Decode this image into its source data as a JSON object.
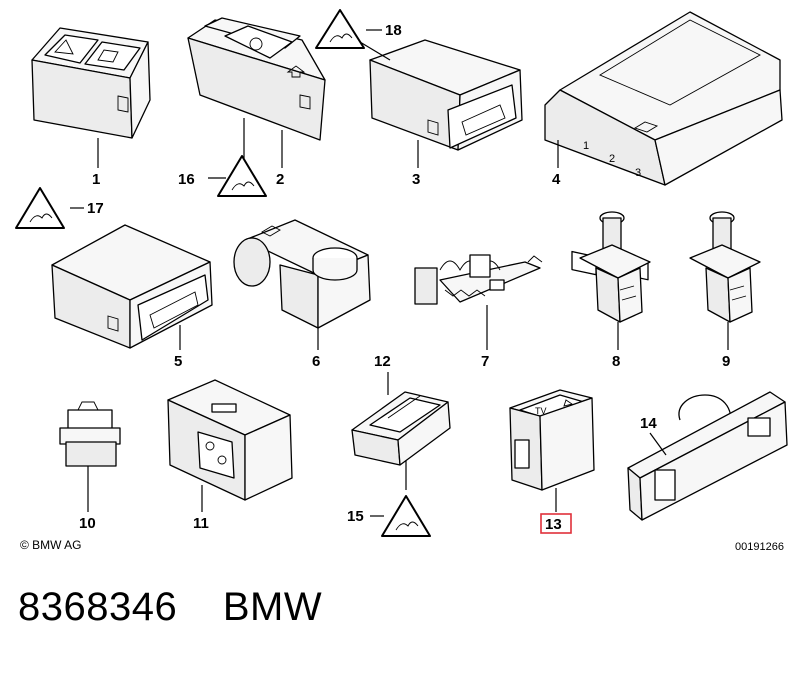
{
  "diagram": {
    "callouts": [
      {
        "id": "c1",
        "text": "1"
      },
      {
        "id": "c2",
        "text": "2"
      },
      {
        "id": "c3",
        "text": "3"
      },
      {
        "id": "c4",
        "text": "4"
      },
      {
        "id": "c5",
        "text": "5"
      },
      {
        "id": "c6",
        "text": "6"
      },
      {
        "id": "c7",
        "text": "7"
      },
      {
        "id": "c8",
        "text": "8"
      },
      {
        "id": "c9",
        "text": "9"
      },
      {
        "id": "c10",
        "text": "10"
      },
      {
        "id": "c11",
        "text": "11"
      },
      {
        "id": "c12",
        "text": "12"
      },
      {
        "id": "c13",
        "text": "13"
      },
      {
        "id": "c14",
        "text": "14"
      },
      {
        "id": "c15",
        "text": "15"
      },
      {
        "id": "c16",
        "text": "16"
      },
      {
        "id": "c17",
        "text": "17"
      },
      {
        "id": "c18",
        "text": "18"
      }
    ],
    "highlighted_callout": "13",
    "highlight_color": "#e0303a",
    "switch_4_keys": [
      "1",
      "2",
      "3"
    ],
    "switch_13_text": "TV",
    "copyright": "© BMW AG",
    "drawing_number": "00191266"
  },
  "footer": {
    "part_number": "8368346",
    "brand": "BMW"
  }
}
